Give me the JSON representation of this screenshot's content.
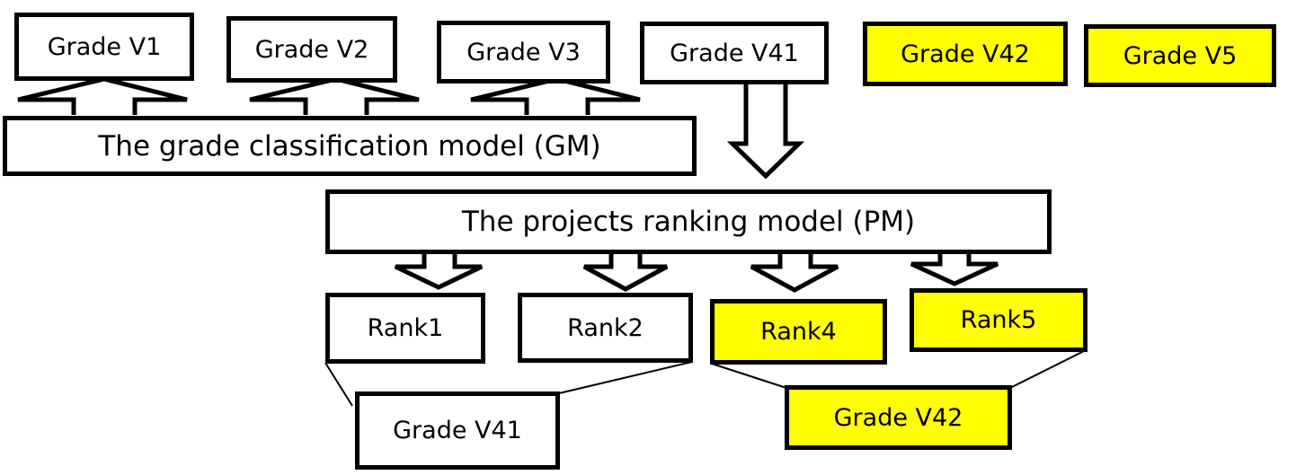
{
  "grades_top": [
    {
      "label": "Grade V1",
      "highlighted": false
    },
    {
      "label": "Grade V2",
      "highlighted": false
    },
    {
      "label": "Grade V3",
      "highlighted": false
    },
    {
      "label": "Grade V41",
      "highlighted": false
    },
    {
      "label": "Grade V42",
      "highlighted": true
    },
    {
      "label": "Grade V5",
      "highlighted": true
    }
  ],
  "gm_label": "The grade classification model (GM)",
  "pm_label": "The projects ranking model (PM)",
  "ranks": [
    {
      "label": "Rank1",
      "highlighted": false
    },
    {
      "label": "Rank2",
      "highlighted": false
    },
    {
      "label": "Rank4",
      "highlighted": true
    },
    {
      "label": "Rank5",
      "highlighted": true
    }
  ],
  "grades_bottom": [
    {
      "label": "Grade V41",
      "highlighted": false
    },
    {
      "label": "Grade V42",
      "highlighted": true
    }
  ],
  "colors": {
    "highlight": "#ffff00",
    "stroke": "#000000",
    "fill": "#ffffff"
  }
}
